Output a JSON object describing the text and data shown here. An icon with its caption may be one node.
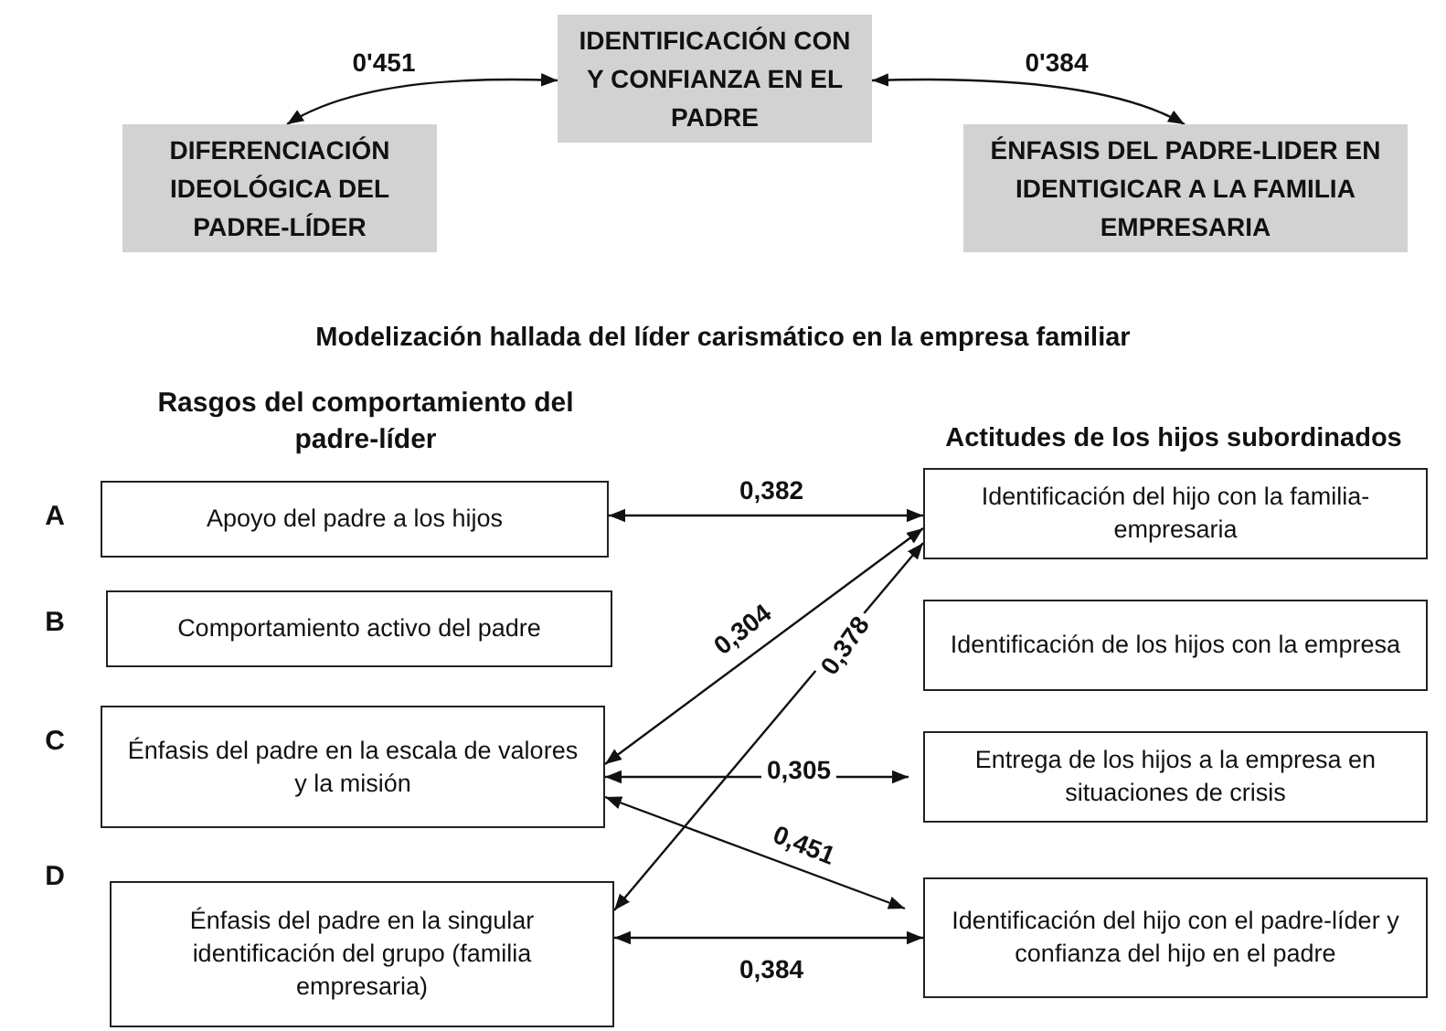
{
  "diagram": {
    "title": "Modelización hallada del líder carismático en la empresa familiar",
    "nodes": [
      {
        "text": [
          "IDENTIFICACIÓN CON Y CONFIANZA EN EL PADRE"
        ]
      },
      {
        "text": [
          "DIFERENCIACIÓN IDEOLÓGICA DEL PADRE-LÍDER"
        ]
      },
      {
        "text": [
          "ÉNFASIS DEL PADRE-LIDER EN IDENTIGICAR A LA FAMILIA EMPRESARIA"
        ]
      },
      {
        "text": [
          "Apoyo del padre a los hijos"
        ]
      },
      {
        "text": [
          "Comportamiento activo del  padre"
        ]
      },
      {
        "text": [
          "Énfasis del padre en la escala de valores y la misión"
        ]
      },
      {
        "text": [
          "Énfasis del padre en la singular identificación del grupo (familia empresaria)"
        ]
      },
      {
        "text": [
          "Identificación del hijo con la familia-empresaria"
        ]
      },
      {
        "text": [
          "Identificación de los hijos con la empresa"
        ]
      },
      {
        "text": [
          "Entrega de los hijos a la empresa en situaciones de crisis"
        ]
      },
      {
        "text": [
          "Identificación del hijo con el padre-líder y confianza del hijo en el padre"
        ]
      }
    ],
    "edges": [
      {
        "from": 0,
        "to": 1,
        "arrow": "both",
        "label": "0'451"
      },
      {
        "from": 0,
        "to": 2,
        "arrow": "both",
        "label": "0'384"
      },
      {
        "from": 3,
        "to": 7,
        "arrow": "both",
        "label": "0,382"
      },
      {
        "from": 5,
        "to": 7,
        "arrow": "both",
        "label": "0,304"
      },
      {
        "from": 6,
        "to": 7,
        "arrow": "both",
        "label": "0,378"
      },
      {
        "from": 5,
        "to": 9,
        "arrow": "both",
        "label": "0,305"
      },
      {
        "from": 5,
        "to": 10,
        "arrow": "both",
        "label": "0,451"
      },
      {
        "from": 6,
        "to": 10,
        "arrow": "both",
        "label": "0,384"
      }
    ],
    "labels": [
      "Rasgos del comportamiento del padre-líder",
      "Actitudes de los hijos subordinados",
      "A",
      "B",
      "C",
      "D"
    ]
  }
}
